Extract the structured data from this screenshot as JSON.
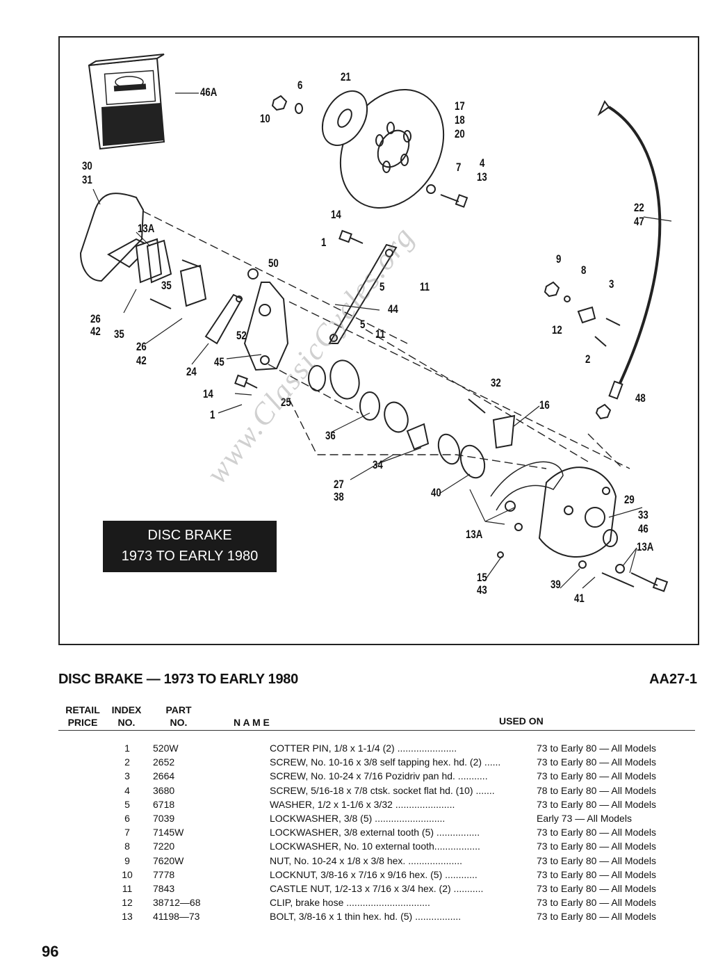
{
  "diagram": {
    "banner_line1": "DISC BRAKE",
    "banner_line2": "1973 TO EARLY 1980",
    "watermark": "www.ClassicCycles.org",
    "callouts": [
      {
        "id": "46A",
        "text": "46A"
      },
      {
        "id": "6",
        "text": "6"
      },
      {
        "id": "21",
        "text": "21"
      },
      {
        "id": "10",
        "text": "10"
      },
      {
        "id": "17",
        "text": "17"
      },
      {
        "id": "18",
        "text": "18"
      },
      {
        "id": "20",
        "text": "20"
      },
      {
        "id": "30",
        "text": "30"
      },
      {
        "id": "31",
        "text": "31"
      },
      {
        "id": "7",
        "text": "7"
      },
      {
        "id": "4",
        "text": "4"
      },
      {
        "id": "13",
        "text": "13"
      },
      {
        "id": "22",
        "text": "22"
      },
      {
        "id": "47",
        "text": "47"
      },
      {
        "id": "14a",
        "text": "14"
      },
      {
        "id": "13Aa",
        "text": "13A"
      },
      {
        "id": "1a",
        "text": "1"
      },
      {
        "id": "50",
        "text": "50"
      },
      {
        "id": "9",
        "text": "9"
      },
      {
        "id": "8",
        "text": "8"
      },
      {
        "id": "35a",
        "text": "35"
      },
      {
        "id": "5a",
        "text": "5"
      },
      {
        "id": "11a",
        "text": "11"
      },
      {
        "id": "3",
        "text": "3"
      },
      {
        "id": "26a",
        "text": "26"
      },
      {
        "id": "42a",
        "text": "42"
      },
      {
        "id": "35b",
        "text": "35"
      },
      {
        "id": "44",
        "text": "44"
      },
      {
        "id": "5b",
        "text": "5"
      },
      {
        "id": "11b",
        "text": "11"
      },
      {
        "id": "12",
        "text": "12"
      },
      {
        "id": "52",
        "text": "52"
      },
      {
        "id": "2",
        "text": "2"
      },
      {
        "id": "26b",
        "text": "26"
      },
      {
        "id": "42b",
        "text": "42"
      },
      {
        "id": "24",
        "text": "24"
      },
      {
        "id": "45",
        "text": "45"
      },
      {
        "id": "32",
        "text": "32"
      },
      {
        "id": "14b",
        "text": "14"
      },
      {
        "id": "25",
        "text": "25"
      },
      {
        "id": "16",
        "text": "16"
      },
      {
        "id": "48",
        "text": "48"
      },
      {
        "id": "1b",
        "text": "1"
      },
      {
        "id": "36",
        "text": "36"
      },
      {
        "id": "34",
        "text": "34"
      },
      {
        "id": "27",
        "text": "27"
      },
      {
        "id": "38",
        "text": "38"
      },
      {
        "id": "40",
        "text": "40"
      },
      {
        "id": "29",
        "text": "29"
      },
      {
        "id": "33",
        "text": "33"
      },
      {
        "id": "46",
        "text": "46"
      },
      {
        "id": "13Ab",
        "text": "13A"
      },
      {
        "id": "13Ac",
        "text": "13A"
      },
      {
        "id": "15",
        "text": "15"
      },
      {
        "id": "43",
        "text": "43"
      },
      {
        "id": "39",
        "text": "39"
      },
      {
        "id": "41",
        "text": "41"
      }
    ]
  },
  "section": {
    "title": "DISC BRAKE — 1973 TO EARLY 1980",
    "plate_id": "AA27-1"
  },
  "table": {
    "headers": {
      "retail_price": "RETAIL PRICE",
      "index_no": "INDEX NO.",
      "part_no": "PART NO.",
      "name": "N A M E",
      "used_on": "USED ON"
    },
    "rows": [
      {
        "price": "",
        "index": "1",
        "part": "520W",
        "name": "COTTER PIN, 1/8 x 1-1/4 (2) ......................",
        "used": "73 to Early 80 — All Models"
      },
      {
        "price": "",
        "index": "2",
        "part": "2652",
        "name": "SCREW, No. 10-16 x 3/8 self tapping hex. hd. (2) ......",
        "used": "73 to Early 80 — All Models"
      },
      {
        "price": "",
        "index": "3",
        "part": "2664",
        "name": "SCREW, No. 10-24 x 7/16 Pozidriv pan hd. ...........",
        "used": "73 to Early 80 — All Models"
      },
      {
        "price": "",
        "index": "4",
        "part": "3680",
        "name": "SCREW, 5/16-18 x 7/8 ctsk. socket flat hd. (10) .......",
        "used": "78 to Early 80 — All Models"
      },
      {
        "price": "",
        "index": "5",
        "part": "6718",
        "name": "WASHER, 1/2 x 1-1/6 x 3/32 ......................",
        "used": "73 to Early 80 — All Models"
      },
      {
        "price": "",
        "index": "6",
        "part": "7039",
        "name": "LOCKWASHER, 3/8 (5) ..........................",
        "used": "Early 73 — All Models"
      },
      {
        "price": "",
        "index": "7",
        "part": "7145W",
        "name": "LOCKWASHER, 3/8 external tooth (5) ................",
        "used": "73 to Early 80 — All Models"
      },
      {
        "price": "",
        "index": "8",
        "part": "7220",
        "name": "LOCKWASHER, No. 10 external tooth.................",
        "used": "73 to Early 80 — All Models"
      },
      {
        "price": "",
        "index": "9",
        "part": "7620W",
        "name": "NUT, No. 10-24 x 1/8 x 3/8 hex. ....................",
        "used": "73 to Early 80 — All Models"
      },
      {
        "price": "",
        "index": "10",
        "part": "7778",
        "name": "LOCKNUT, 3/8-16 x 7/16 x 9/16 hex. (5) ............",
        "used": "73 to Early 80 — All Models"
      },
      {
        "price": "",
        "index": "11",
        "part": "7843",
        "name": "CASTLE NUT, 1/2-13 x 7/16 x 3/4 hex. (2) ...........",
        "used": "73 to Early 80 — All Models"
      },
      {
        "price": "",
        "index": "12",
        "part": "38712—68",
        "name": "CLIP, brake hose ...............................",
        "used": "73 to Early 80 — All Models"
      },
      {
        "price": "",
        "index": "13",
        "part": "41198—73",
        "name": "BOLT, 3/8-16 x 1 thin hex. hd. (5) .................",
        "used": "73 to Early 80 — All Models"
      }
    ]
  },
  "page_number": "96"
}
